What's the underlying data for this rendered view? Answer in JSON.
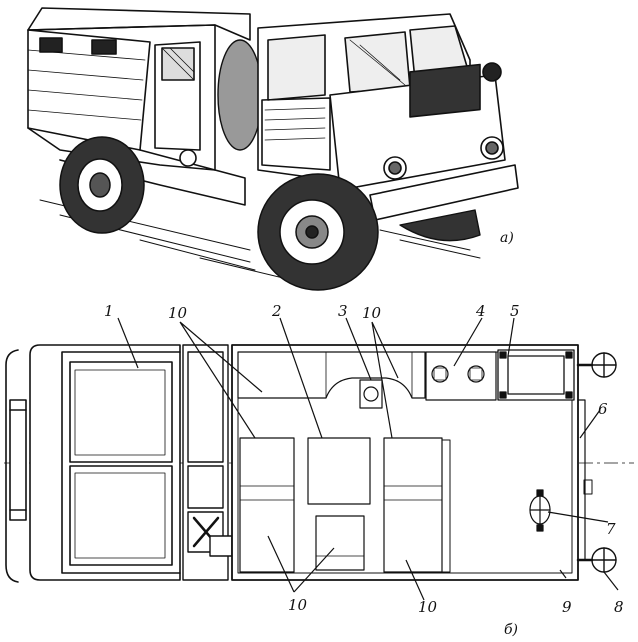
{
  "figure": {
    "part_a_label": "а)",
    "part_b_label": "б)"
  },
  "callouts": [
    {
      "id": "c1",
      "text": "1"
    },
    {
      "id": "c10a",
      "text": "10"
    },
    {
      "id": "c2",
      "text": "2"
    },
    {
      "id": "c3",
      "text": "3"
    },
    {
      "id": "c10b",
      "text": "10"
    },
    {
      "id": "c4",
      "text": "4"
    },
    {
      "id": "c5",
      "text": "5"
    },
    {
      "id": "c6",
      "text": "6"
    },
    {
      "id": "c7",
      "text": "7"
    },
    {
      "id": "c8",
      "text": "8"
    },
    {
      "id": "c9",
      "text": "9"
    },
    {
      "id": "c10c",
      "text": "10"
    },
    {
      "id": "c10d",
      "text": "10"
    }
  ]
}
